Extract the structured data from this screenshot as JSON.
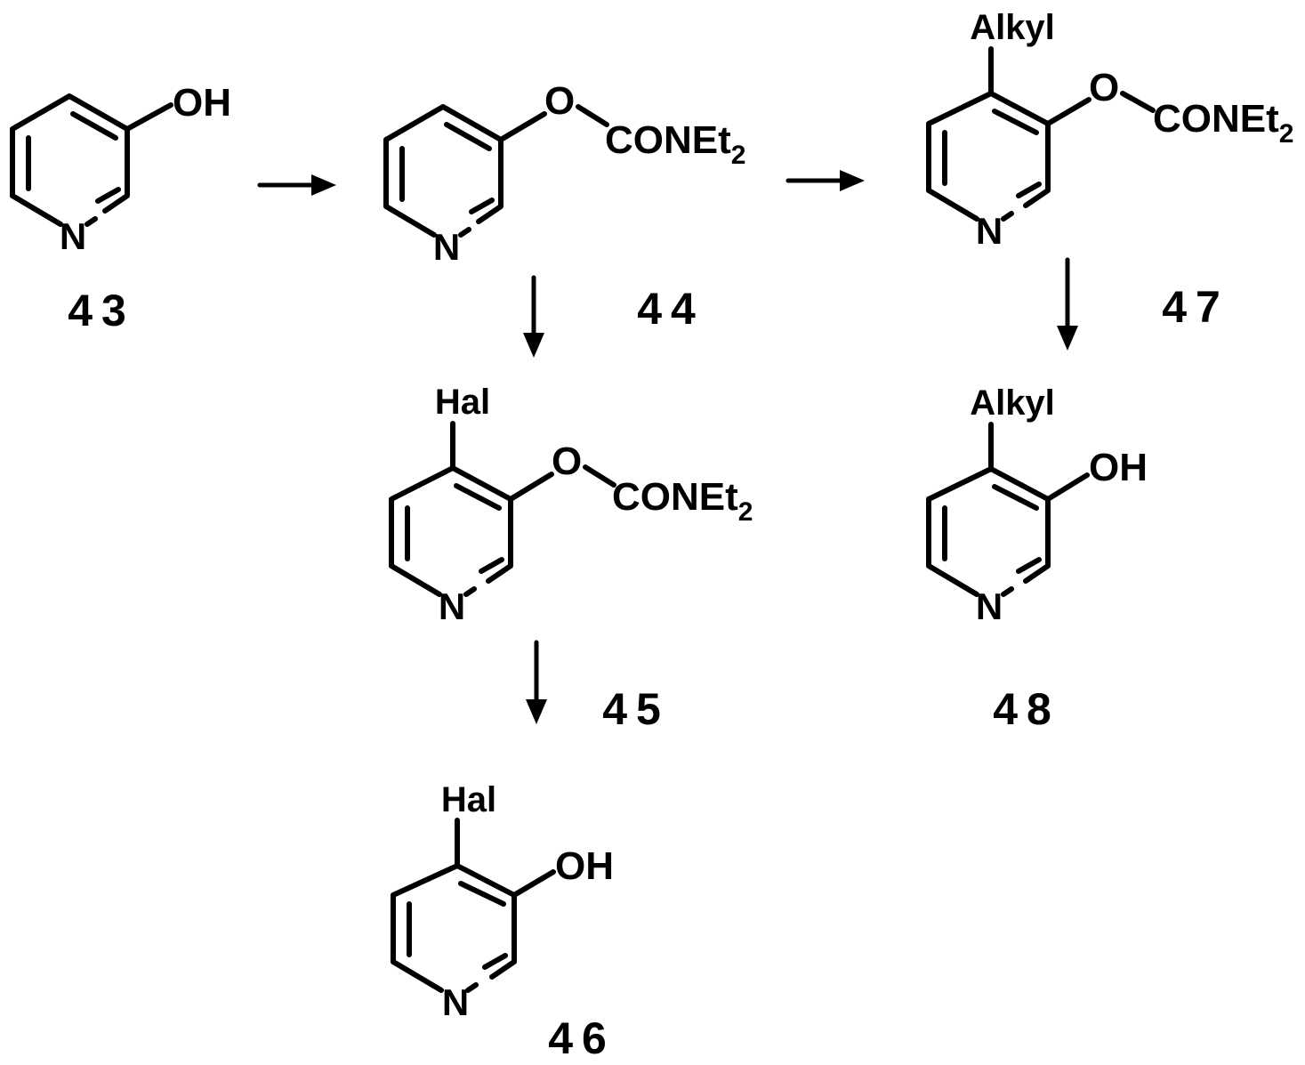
{
  "compounds": [
    {
      "number": "43",
      "substituent_top": "",
      "group_right": "OH"
    },
    {
      "number": "44",
      "substituent_top": "",
      "group_right": "CONEt"
    },
    {
      "number": "45",
      "substituent_top": "Hal",
      "group_right": "CONEt"
    },
    {
      "number": "46",
      "substituent_top": "Hal",
      "group_right": "OH"
    },
    {
      "number": "47",
      "substituent_top": "Alkyl",
      "group_right": "CONEt"
    },
    {
      "number": "48",
      "substituent_top": "Alkyl",
      "group_right": "OH"
    }
  ],
  "atoms": {
    "ring_nitrogen": "N",
    "ether_oxygen": "O",
    "subscript_two": "2"
  },
  "arrows": [
    {
      "from": "43",
      "to": "44",
      "direction": "right"
    },
    {
      "from": "44",
      "to": "47",
      "direction": "right"
    },
    {
      "from": "44",
      "to": "45",
      "direction": "down"
    },
    {
      "from": "45",
      "to": "46",
      "direction": "down"
    },
    {
      "from": "47",
      "to": "48",
      "direction": "down"
    }
  ]
}
